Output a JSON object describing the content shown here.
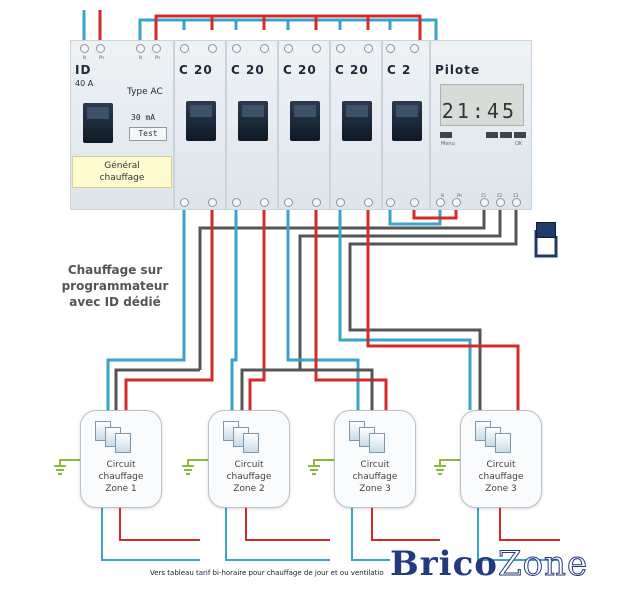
{
  "id_module": {
    "title": "ID",
    "rating": "40 A",
    "type": "Type AC",
    "sensitivity": "30 mA",
    "test": "Test",
    "terminals": [
      "N",
      "Ph",
      "N",
      "Ph"
    ],
    "label": "Général\nchauffage"
  },
  "breakers": [
    {
      "label": "C 20"
    },
    {
      "label": "C 20"
    },
    {
      "label": "C 20"
    },
    {
      "label": "C 20"
    },
    {
      "label": "C 2"
    }
  ],
  "pilote": {
    "title": "Pilote",
    "time": "21:45",
    "menu": "Menu",
    "ok": "OK",
    "terminals": [
      "N",
      "Ph",
      "Z1",
      "Z2",
      "Z3"
    ]
  },
  "caption": "Chauffage sur\nprogrammateur\navec ID dédié",
  "zones": [
    {
      "line1": "Circuit",
      "line2": "chauffage",
      "line3": "Zone 1"
    },
    {
      "line1": "Circuit",
      "line2": "chauffage",
      "line3": "Zone 2"
    },
    {
      "line1": "Circuit",
      "line2": "chauffage",
      "line3": "Zone 3"
    },
    {
      "line1": "Circuit",
      "line2": "chauffage",
      "line3": "Zone 3"
    }
  ],
  "footer": "Vers tableau tarif bi-horaire pour chauffage de jour et ou ventilatio",
  "logo": {
    "part1": "Brico",
    "part2": "Zone"
  },
  "colors": {
    "phase": "#d42a2a",
    "neutral": "#3aa3c9",
    "pilot": "#555555"
  }
}
